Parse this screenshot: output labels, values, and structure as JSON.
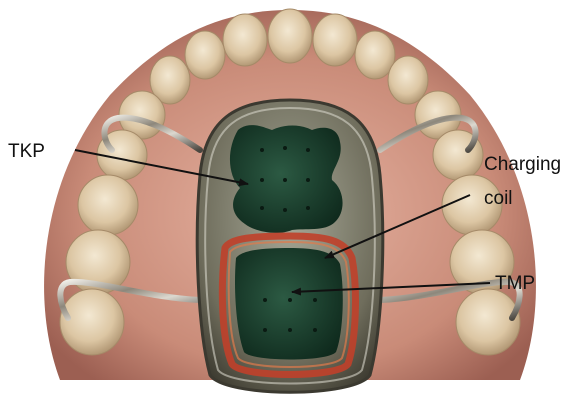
{
  "labels": {
    "tkp": "TKP",
    "charging_line1": "Charging",
    "charging_line2": "coil",
    "tmp": "TMP"
  },
  "colors": {
    "background": "#ffffff",
    "gum": "#c98b78",
    "gum_dark": "#9c5f52",
    "tooth": "#e4d2b4",
    "tooth_shade": "#b79f7d",
    "metal": "#8a8478",
    "metal_light": "#d9d6cf",
    "plate_green": "#1d4330",
    "coil_red": "#c0402a",
    "arrow": "#111111"
  },
  "icons": {
    "figure": "dental-retainer-illustration"
  }
}
